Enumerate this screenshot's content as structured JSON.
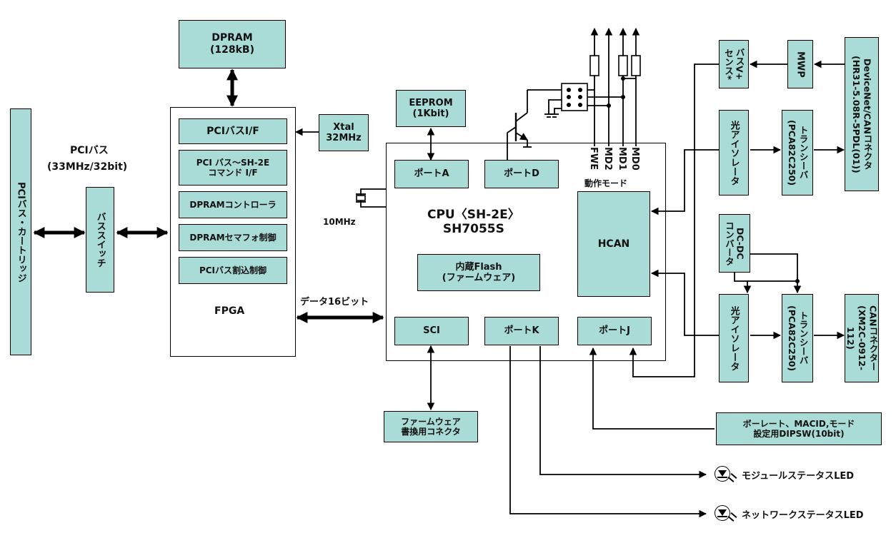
{
  "blocks": {
    "dpram": "DPRAM\n(128kB)",
    "pci_card": "PCIバス・カートリッジ",
    "bus_switch": "バススイッチ",
    "pci_if": "PCIバスI/F",
    "pci_sh2e_cmd": "PCI バス～SH-2E\nコマンド I/F",
    "dpram_ctrl": "DPRAMコントローラ",
    "dpram_sem": "DPRAMセマフォ制御",
    "pci_irq": "PCIバス割込制御",
    "fpga": "FPGA",
    "xtal": "Xtal\n32MHz",
    "eeprom": "EEPROM\n(1Kbit)",
    "port_a": "ポートA",
    "port_d": "ポートD",
    "port_k": "ポートK",
    "port_j": "ポートJ",
    "sci": "SCI",
    "cpu_title": "CPU〈SH-2E〉\nSH7055S",
    "flash": "内蔵Flash\n(ファームウェア)",
    "hcan": "HCAN",
    "fw_conn": "ファームウェア\n書換用コネクタ",
    "dipsw": "ボーレート、MACID,モード\n設定用DIPSW(10bit)",
    "bus_sense": "バスV+\nセンス*",
    "mwp": "MWP",
    "devicenet_conn": "DeviceNet/CANコネクタ\n(HR31-5.08R-5PDL(01))",
    "opto1": "光アイソレータ",
    "opto2": "光アイソレータ",
    "transceiver1": "トランシーバ\n(PCA82C250)",
    "transceiver2": "トランシーバ\n(PCA82C250)",
    "dcdc": "DC-DC\nコンバータ",
    "can_conn": "CANコネクター\n(XM2C-0912-112)"
  },
  "labels": {
    "pci_bus": "PCIバス",
    "pci_bus_spec": "(33MHz/32bit)",
    "osc_10mhz": "10MHz",
    "data_16bit": "データ16ビット",
    "pin_fwe": "FWE",
    "pin_md2": "MD2",
    "pin_md1": "MD1",
    "pin_md0": "MD0",
    "op_mode": "動作モード",
    "led_module": "モジュールステータスLED",
    "led_network": "ネットワークステータスLED"
  },
  "icons": {
    "led": "led-icon",
    "transistor": "transistor-icon",
    "crystal": "crystal-oscillator-icon",
    "resistor": "resistor-icon",
    "jumper": "jumper-header-icon",
    "ground": "ground-icon"
  },
  "colors": {
    "block_fill": "#a9dcd6",
    "line": "#000000"
  }
}
